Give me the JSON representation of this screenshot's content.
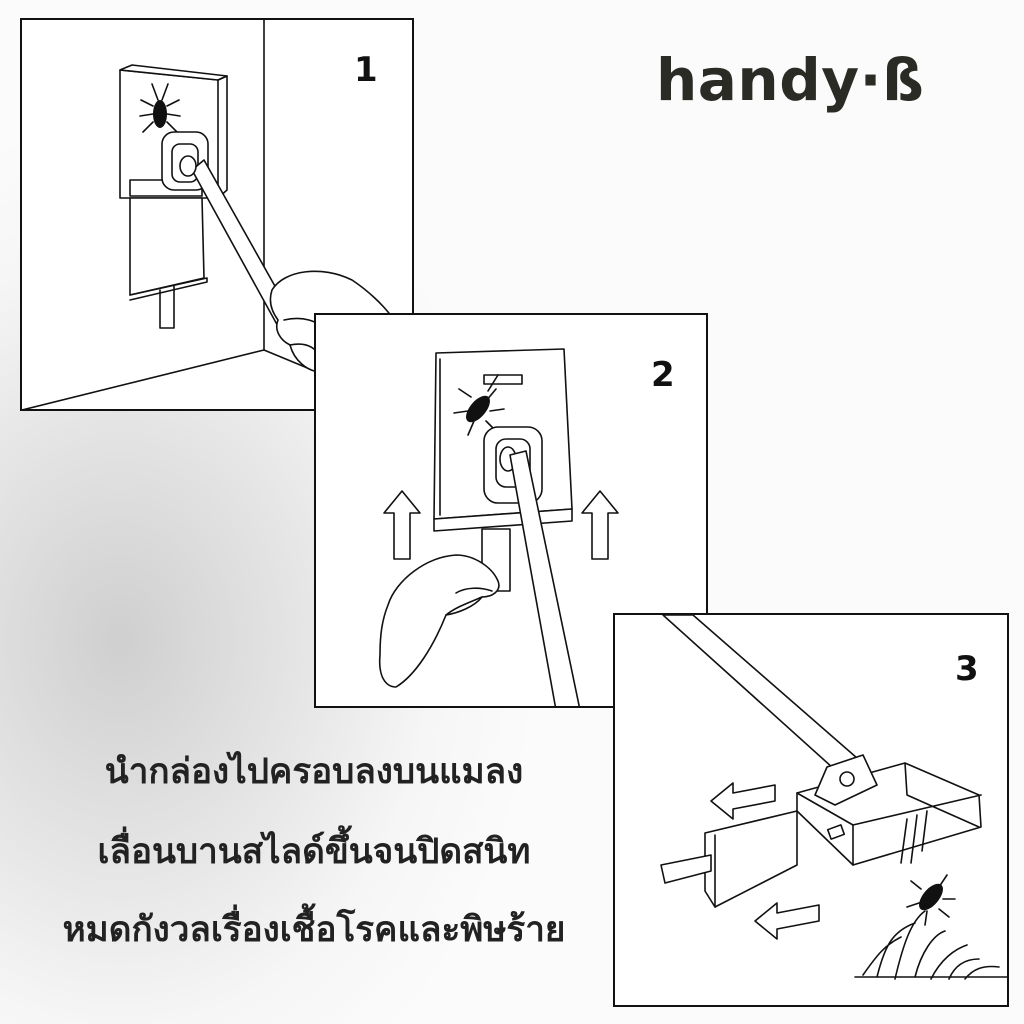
{
  "brand": {
    "text": "handy·ß"
  },
  "steps": [
    {
      "number": "1"
    },
    {
      "number": "2"
    },
    {
      "number": "3"
    }
  ],
  "captions": [
    "นำกล่องไปครอบลงบนแมลง",
    "เลื่อนบานสไลด์ขึ้นจนปิดสนิท",
    "หมดกังวลเรื่องเชื้อโรคและพิษร้าย"
  ]
}
